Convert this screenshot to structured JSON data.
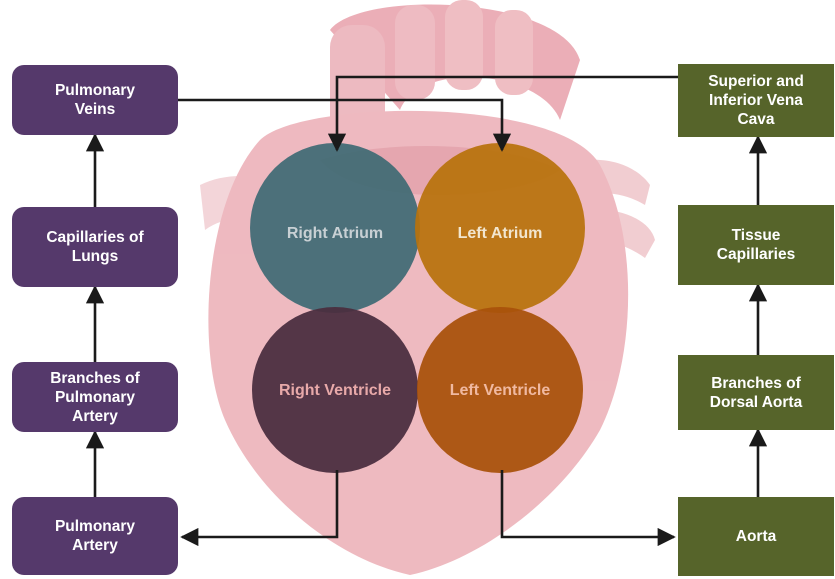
{
  "diagram": {
    "colors": {
      "pulmonary_box": "#55396b",
      "systemic_box": "#56642a",
      "right_atrium": "#3f6b74",
      "left_atrium": "#b8720c",
      "right_ventricle": "#4a2e3f",
      "left_ventricle": "#a9520b",
      "heart": "#e59aa4",
      "arrow": "#1a1a1a"
    },
    "pulmonary_circuit": {
      "pulmonary_veins": "Pulmonary\nVeins",
      "capillaries_of_lungs": "Capillaries of\nLungs",
      "branches_of_pulmonary_artery": "Branches of\nPulmonary\nArtery",
      "pulmonary_artery": "Pulmonary\nArtery"
    },
    "systemic_circuit": {
      "vena_cava": "Superior and\nInferior Vena\nCava",
      "tissue_capillaries": "Tissue\nCapillaries",
      "branches_of_dorsal_aorta": "Branches of\nDorsal Aorta",
      "aorta": "Aorta"
    },
    "chambers": {
      "right_atrium": "Right Atrium",
      "left_atrium": "Left Atrium",
      "right_ventricle": "Right Ventricle",
      "left_ventricle": "Left Ventricle"
    }
  }
}
